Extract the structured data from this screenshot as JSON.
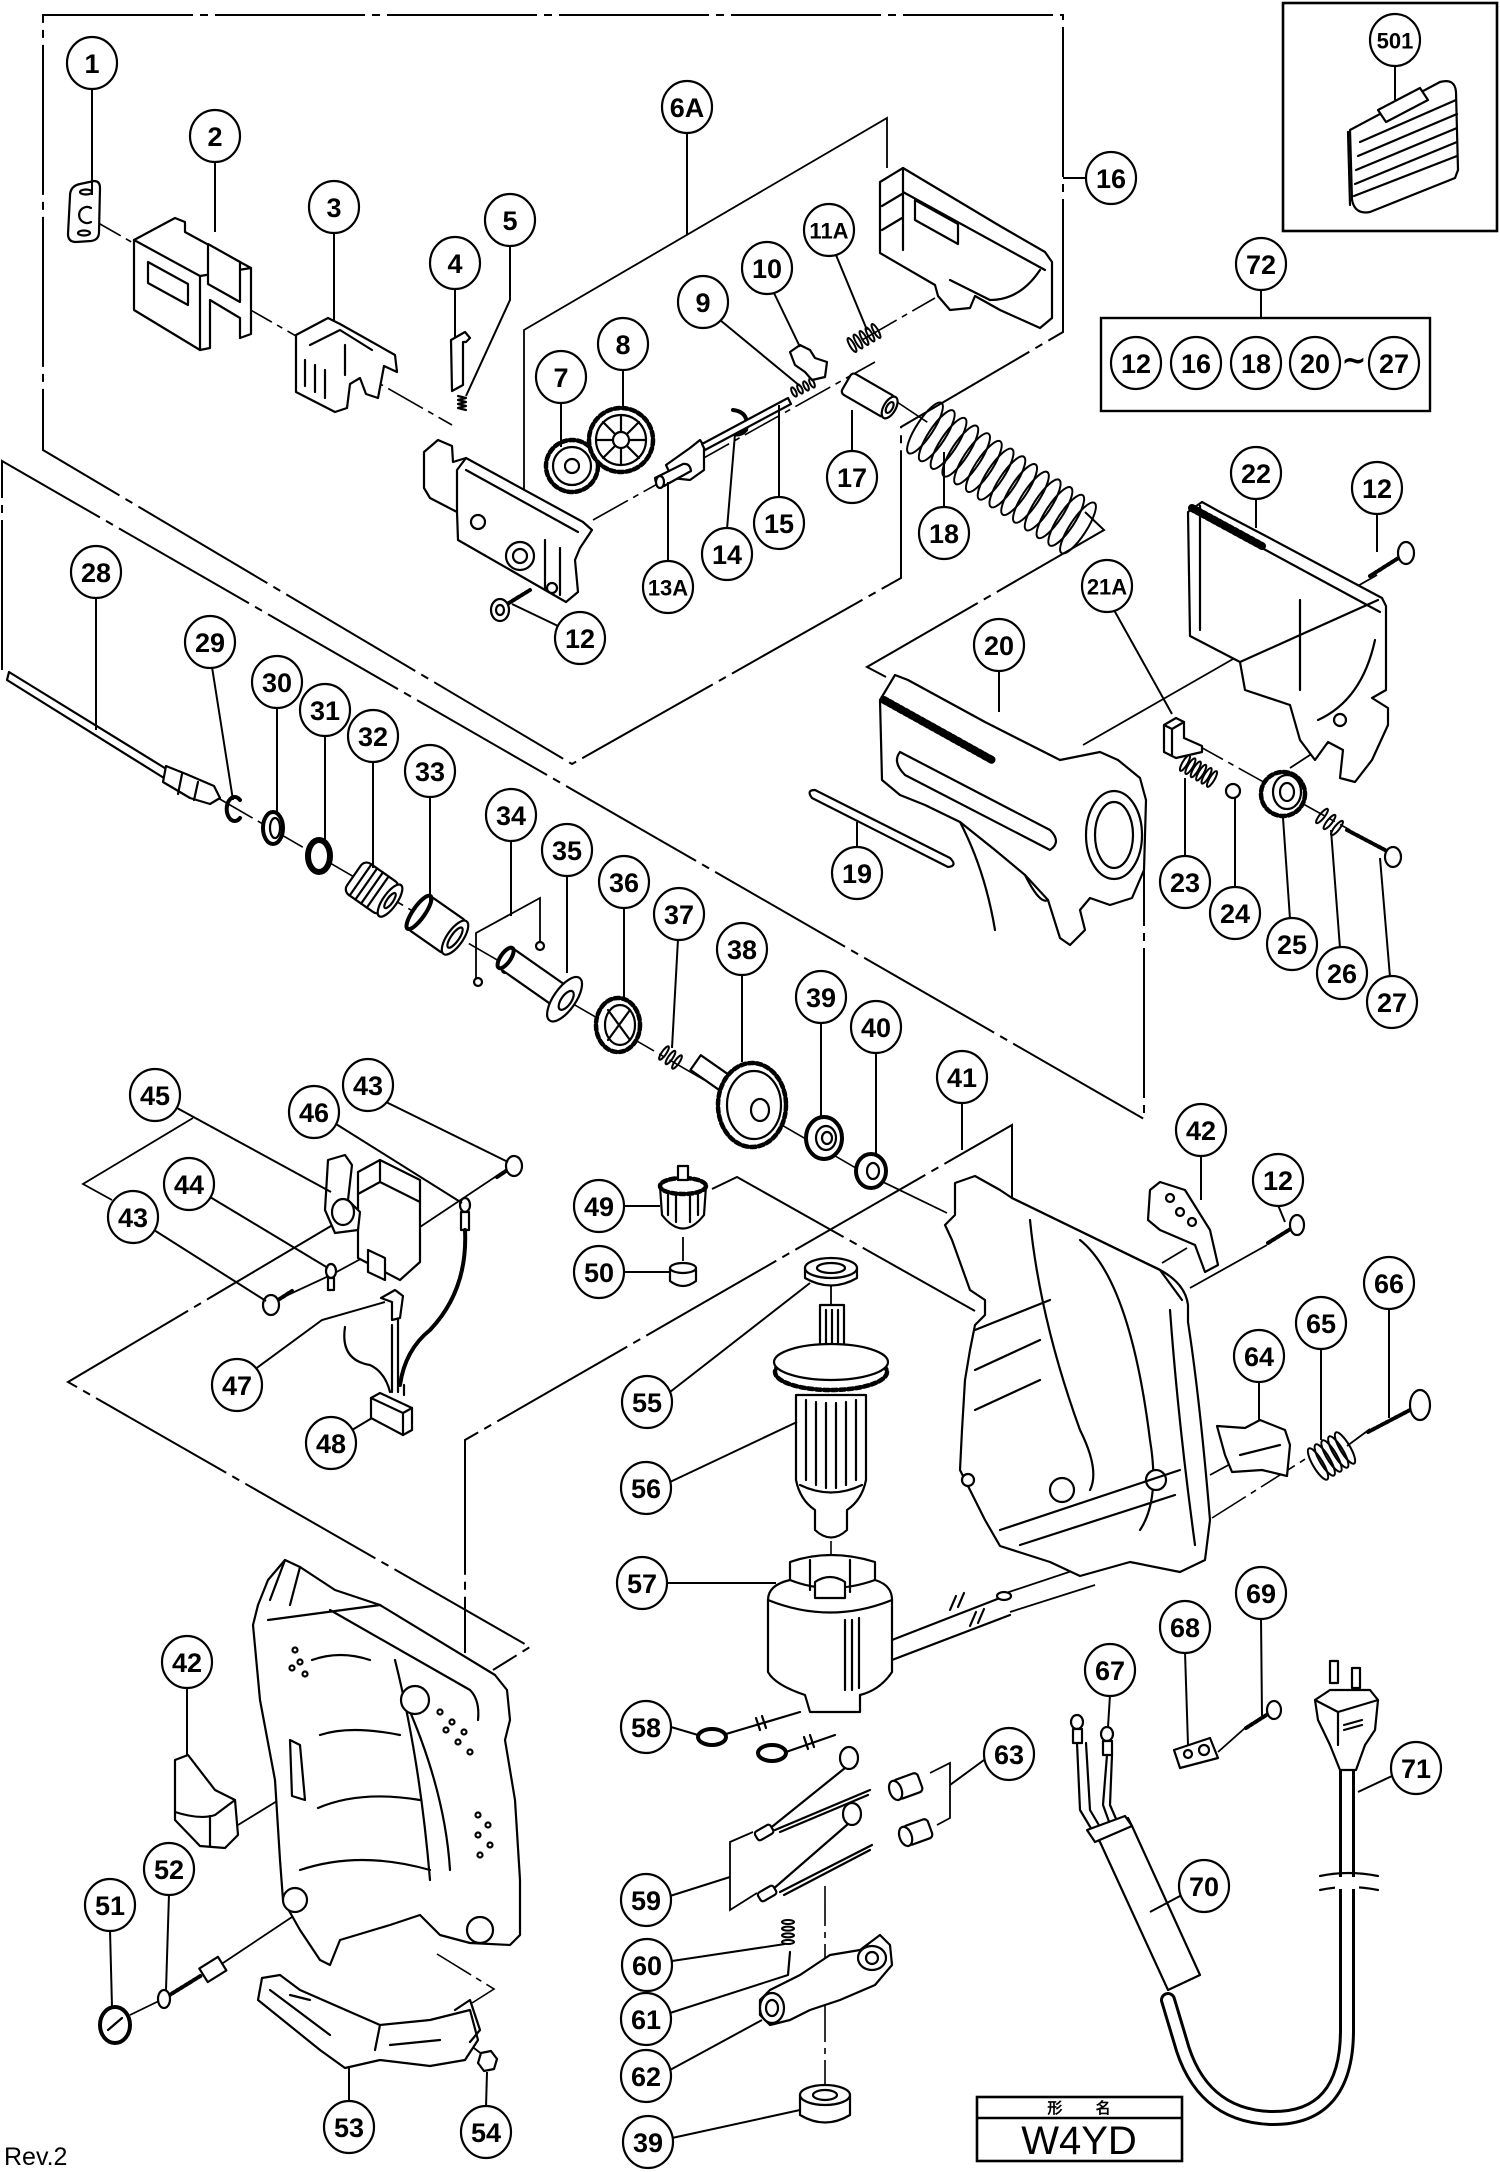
{
  "diagram": {
    "model_box": {
      "header": "形 名",
      "model": "W4YD"
    },
    "revision": "Rev.2",
    "callouts": [
      "1",
      "2",
      "3",
      "4",
      "5",
      "6A",
      "7",
      "8",
      "9",
      "10",
      "11A",
      "12",
      "13A",
      "14",
      "15",
      "16",
      "17",
      "18",
      "501",
      "72",
      "22",
      "12",
      "21A",
      "20",
      "19",
      "23",
      "24",
      "25",
      "26",
      "27",
      "28",
      "29",
      "30",
      "31",
      "32",
      "33",
      "34",
      "35",
      "36",
      "37",
      "38",
      "39",
      "40",
      "41",
      "42",
      "12",
      "43",
      "45",
      "46",
      "44",
      "43",
      "47",
      "48",
      "49",
      "50",
      "55",
      "56",
      "57",
      "58",
      "59",
      "60",
      "61",
      "62",
      "39",
      "63",
      "64",
      "65",
      "66",
      "67",
      "68",
      "69",
      "70",
      "71",
      "42",
      "51",
      "52",
      "53",
      "54"
    ],
    "kit_group": {
      "members": [
        "12",
        "16",
        "18",
        "20",
        "27"
      ],
      "range_symbol": "~"
    }
  }
}
